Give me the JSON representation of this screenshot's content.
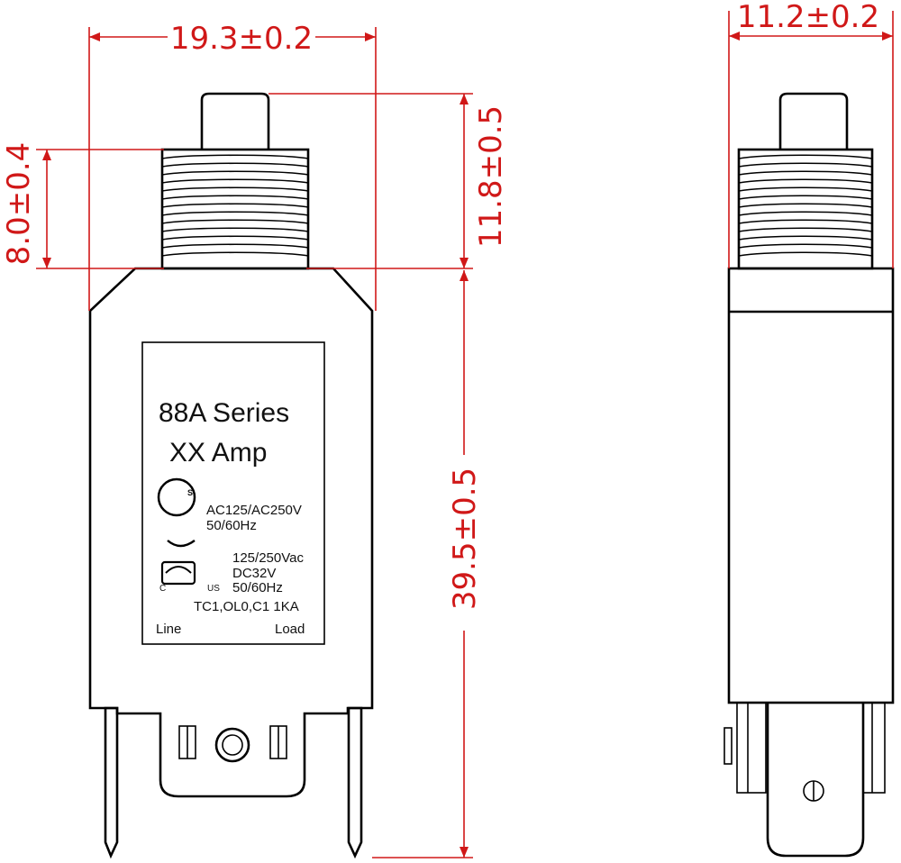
{
  "dimensions": {
    "width_front": "19.3±0.2",
    "width_side": "11.2±0.2",
    "thread_height": "8.0±0.4",
    "button_height": "11.8±0.5",
    "body_height": "39.5±0.5"
  },
  "label": {
    "series": "88A Series",
    "amp": "XX Amp",
    "ac_rating": "AC125/AC250V",
    "ac_freq": "50/60Hz",
    "ul_volt": "125/250Vac",
    "ul_dc": "DC32V",
    "ul_freq": "50/60Hz",
    "codes": "TC1,OL0,C1 1KA",
    "line": "Line",
    "load": "Load",
    "c_mark": "C",
    "us_mark": "US"
  },
  "colors": {
    "dimension": "#d01818",
    "outline": "#000000"
  }
}
